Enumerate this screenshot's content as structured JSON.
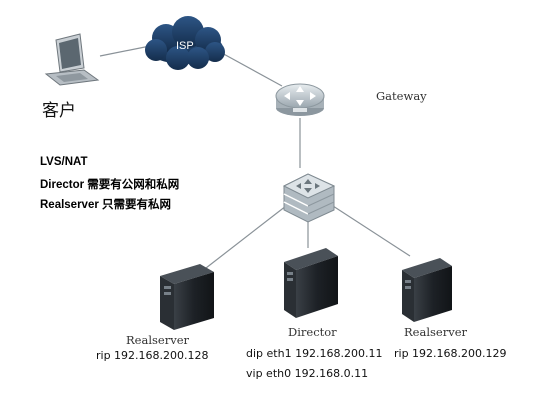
{
  "nodes": {
    "client_label": "客户",
    "isp_label": "ISP",
    "gateway_label": "Gateway"
  },
  "notes": [
    "LVS/NAT",
    "Director 需要有公网和私网",
    "Realserver 只需要有私网"
  ],
  "servers": {
    "left": {
      "name": "Realserver",
      "rip": "rip  192.168.200.128"
    },
    "center": {
      "name": "Director",
      "dip": "dip eth1 192.168.200.11",
      "vip": "vip eth0 192.168.0.11"
    },
    "right": {
      "name": "Realserver",
      "rip": "rip 192.168.200.129"
    }
  },
  "colors": {
    "line": "#8a9298",
    "cloud": "#1e3f66",
    "device": "#aab4bb",
    "tower": "#23272c"
  }
}
